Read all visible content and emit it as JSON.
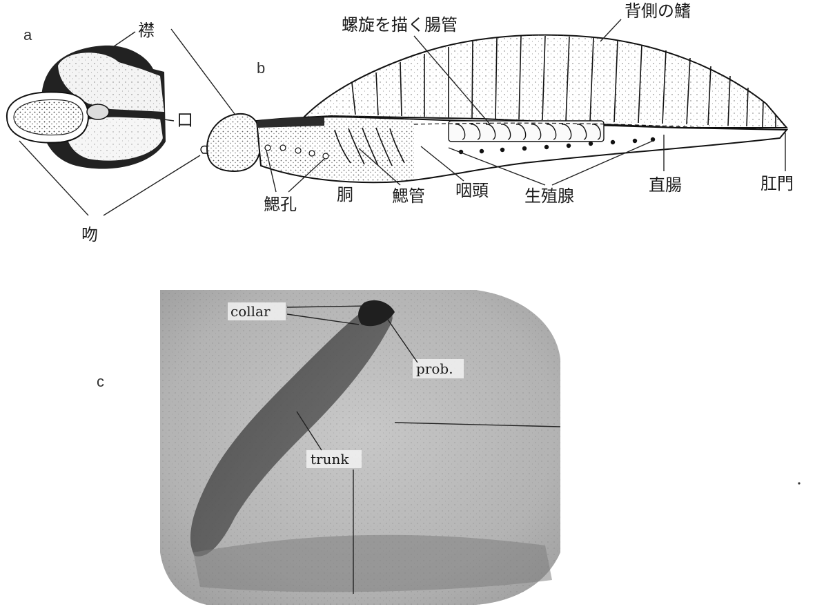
{
  "figure_a": {
    "panel_letter": "a",
    "labels": {
      "collar": "襟",
      "mouth": "口",
      "proboscis": "吻"
    }
  },
  "figure_b": {
    "panel_letter": "b",
    "labels": {
      "spiral_gut": "螺旋を描く腸管",
      "dorsal_fin": "背側の鰭",
      "gill_pores": "鰓孔",
      "trunk": "胴",
      "gill_tubes": "鰓管",
      "pharynx": "咽頭",
      "gonads": "生殖腺",
      "rectum": "直腸",
      "anus": "肛門"
    }
  },
  "figure_c": {
    "panel_letter": "c",
    "labels": {
      "collar": "collar",
      "proboscis": "prob.",
      "trunk": "trunk"
    }
  },
  "colors": {
    "ink": "#1a1a1a",
    "photo_bg": "#b9b9b9",
    "label_box": "#f2f2f2"
  }
}
